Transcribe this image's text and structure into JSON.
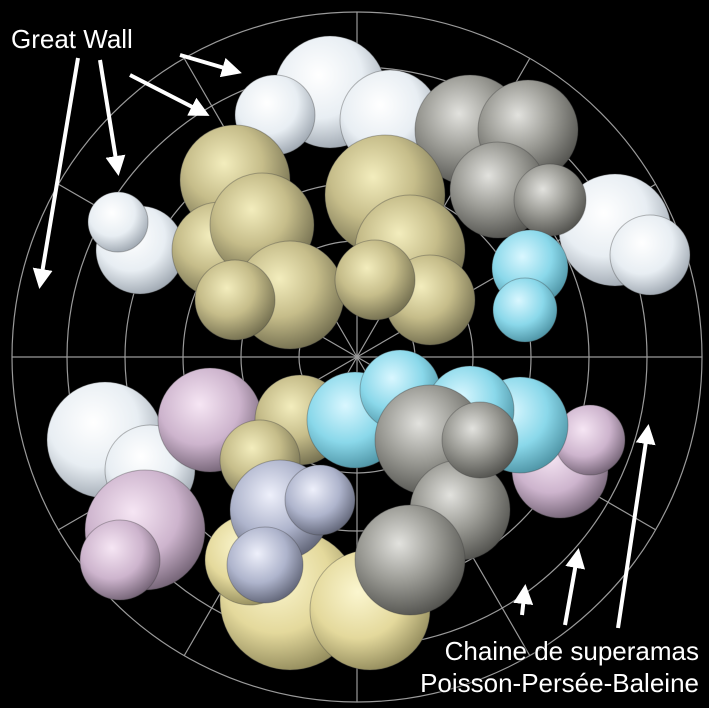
{
  "labels": {
    "great_wall": "Great Wall",
    "supercluster_chain_line1": "Chaine de superamas",
    "supercluster_chain_line2": "Poisson-Persée-Baleine"
  },
  "colors": {
    "background": "#000000",
    "grid": "#9a9a9a",
    "arrow": "#ffffff",
    "cluster_white": "#e9eef2",
    "cluster_khaki": "#c9c08e",
    "cluster_gray": "#8e8e8a",
    "cluster_cyan": "#8ad8ea",
    "cluster_pink": "#d9c4d8",
    "cluster_lavender": "#aeb4cc",
    "cluster_cream": "#ece3a8"
  }
}
